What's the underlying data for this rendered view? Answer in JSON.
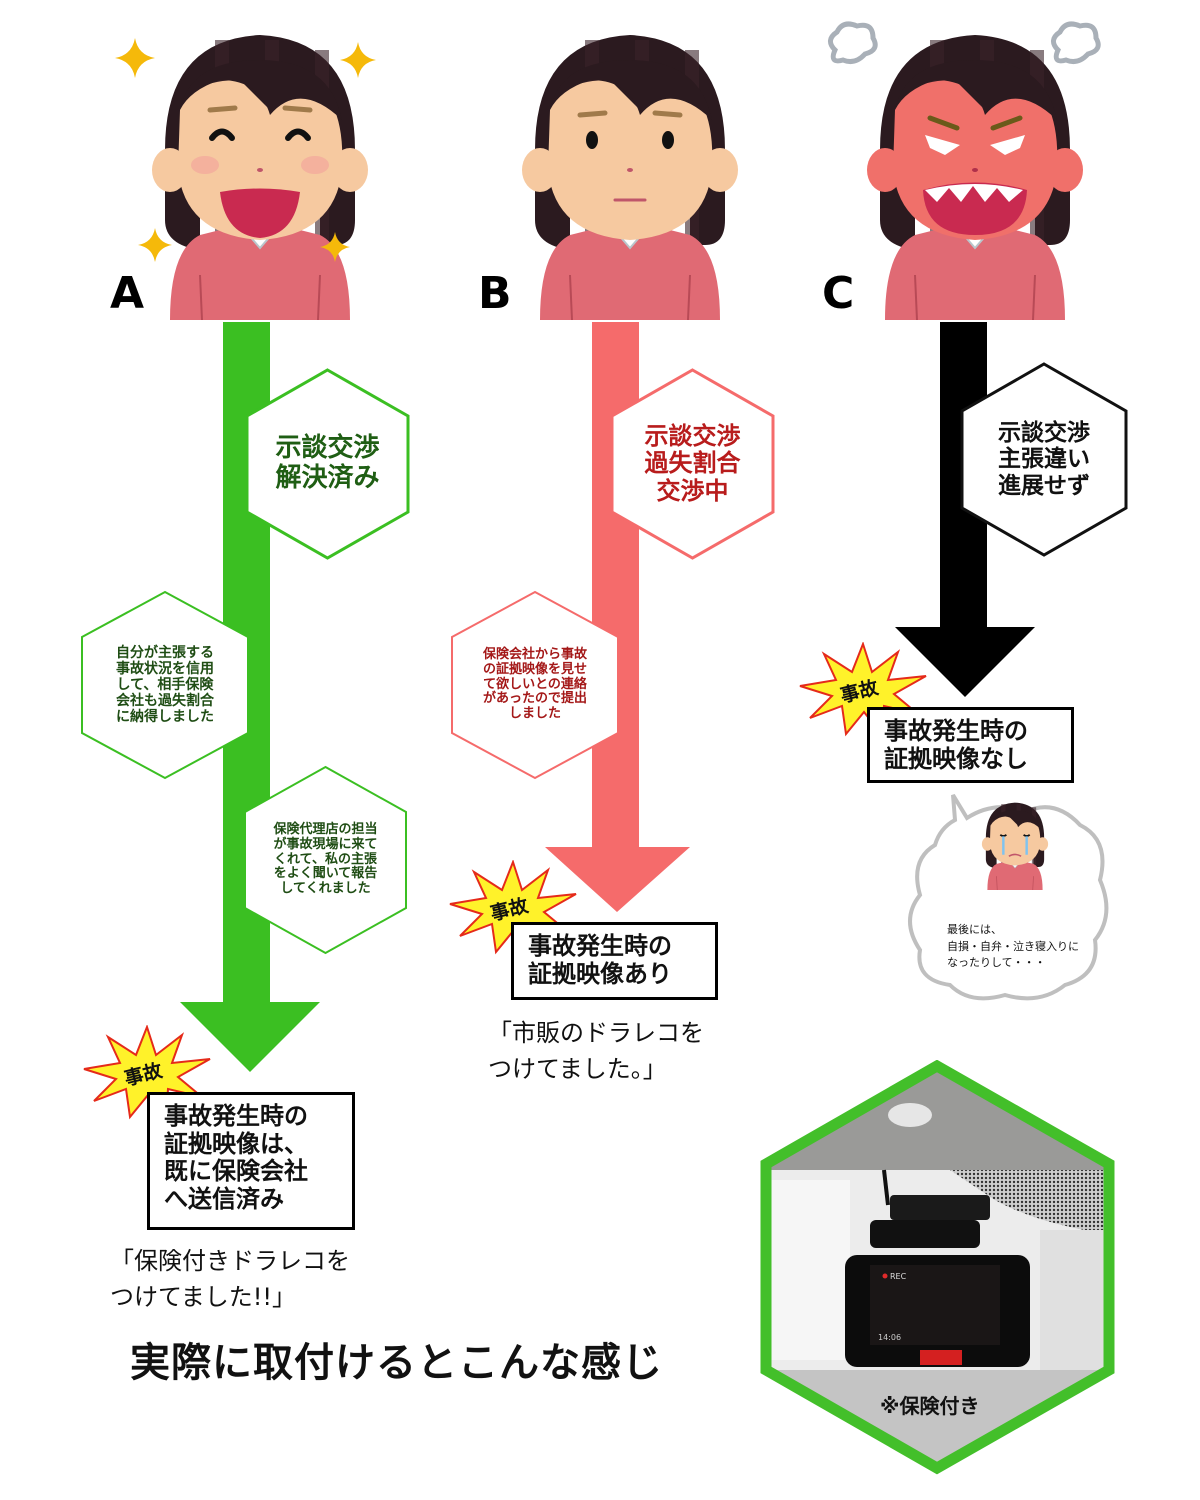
{
  "columns": [
    {
      "id": "A",
      "label": "A",
      "mood": "happy",
      "arrow_color": "#3bbf22",
      "status_hex": {
        "lines": [
          "示談交渉",
          "解決済み"
        ],
        "color": "#1f5e14"
      },
      "notes": [
        {
          "lines": [
            "自分が主張する",
            "事故状況を信用",
            "して、相手保険",
            "会社も過失割合",
            "に納得しました"
          ],
          "color": "#1f4d14"
        },
        {
          "lines": [
            "保険代理店の担当",
            "が事故現場に来て",
            "くれて、私の主張",
            "をよく聞いて報告",
            "してくれました"
          ],
          "color": "#1f4d14"
        }
      ],
      "burst_label": "事故",
      "result_box": [
        "事故発生時の",
        "証拠映像は、",
        "既に保険会社",
        "へ送信済み"
      ],
      "quote": [
        "「保険付きドラレコを",
        "つけてました!!」"
      ]
    },
    {
      "id": "B",
      "label": "B",
      "mood": "neutral",
      "arrow_color": "#f56b6b",
      "status_hex": {
        "lines": [
          "示談交渉",
          "過失割合",
          "交渉中"
        ],
        "color": "#b81c1c"
      },
      "notes": [
        {
          "lines": [
            "保険会社から事故",
            "の証拠映像を見せ",
            "て欲しいとの連絡",
            "があったので提出",
            "しました"
          ],
          "color": "#a41818"
        }
      ],
      "burst_label": "事故",
      "result_box": [
        "事故発生時の",
        "証拠映像あり"
      ],
      "quote": [
        "「市販のドラレコを",
        "つけてました。」"
      ]
    },
    {
      "id": "C",
      "label": "C",
      "mood": "angry",
      "arrow_color": "#000000",
      "status_hex": {
        "lines": [
          "示談交渉",
          "主張違い",
          "進展せず"
        ],
        "color": "#111111"
      },
      "notes": [],
      "burst_label": "事故",
      "result_box": [
        "事故発生時の",
        "証拠映像なし"
      ],
      "thought_bubble": [
        "最後には、",
        "自損・自弁・泣き寝入りに",
        "なったりして・・・"
      ]
    }
  ],
  "footer": {
    "headline": "実際に取付けるとこんな感じ",
    "photo_caption": "※保険付き",
    "dashcam_screen": {
      "rec": "REC",
      "time": "14:06"
    }
  },
  "colors": {
    "green": "#3bbf22",
    "red": "#f56b6b",
    "black": "#000000",
    "burst_fill": "#fff22a",
    "burst_stroke": "#e52a1a",
    "skin": "#f6c9a0",
    "sweater": "#e06a74",
    "hair": "#2b1a1f"
  }
}
